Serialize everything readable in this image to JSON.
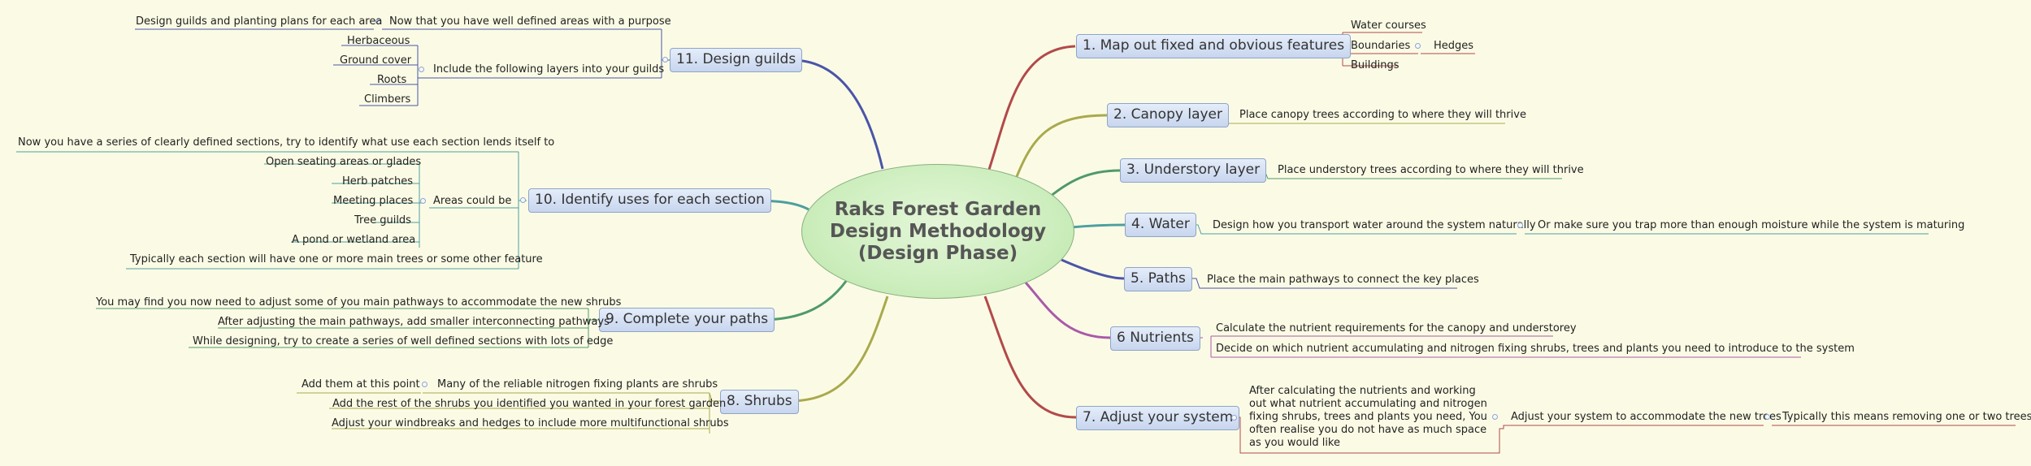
{
  "central": {
    "title": "Raks Forest Garden\nDesign Methodology\n(Design Phase)"
  },
  "branches": {
    "b1": {
      "label": "1. Map out fixed and obvious features",
      "color": "#b24a4a",
      "items": {
        "water": "Water courses",
        "boundaries": "Boundaries",
        "hedges": "Hedges",
        "buildings": "Buildings"
      }
    },
    "b2": {
      "label": "2. Canopy layer",
      "color": "#a9a94e",
      "items": {
        "a": "Place canopy trees according to where they will thrive"
      }
    },
    "b3": {
      "label": "3. Understory layer",
      "color": "#4f9a6a",
      "items": {
        "a": "Place understory trees according to where they will thrive"
      }
    },
    "b4": {
      "label": "4. Water",
      "color": "#4d9fa0",
      "items": {
        "a": "Design how you transport water around the system naturally",
        "b": "Or make sure you trap more than enough moisture while the system is maturing"
      }
    },
    "b5": {
      "label": "5. Paths",
      "color": "#4a55a8",
      "items": {
        "a": "Place the main pathways to connect the key places"
      }
    },
    "b6": {
      "label": "6 Nutrients",
      "color": "#a95aa8",
      "items": {
        "a": "Calculate the nutrient requirements for the canopy and understorey",
        "b": "Decide on which nutrient accumulating and nitrogen fixing shrubs, trees and plants you need to introduce to the system"
      }
    },
    "b7": {
      "label": "7. Adjust your system",
      "color": "#b24a4a",
      "items": {
        "a": "After calculating the nutrients and working out what nutrient accumulating and nitrogen fixing shrubs, trees and plants you need, You often realise you do not have as much space as you would like",
        "b": "Adjust your system to accommodate the new trees",
        "c": "Typically this means removing one or two trees"
      }
    },
    "b8": {
      "label": "8. Shrubs",
      "color": "#a9a94e",
      "items": {
        "a": "Many of the reliable nitrogen fixing plants are shrubs",
        "a1": "Add them at this point",
        "b": "Add the rest of the shrubs you identified you wanted in your forest garden",
        "c": "Adjust your windbreaks and hedges to include more multifunctional shrubs"
      }
    },
    "b9": {
      "label": "9. Complete your paths",
      "color": "#4f9a6a",
      "items": {
        "a": "You may find you now need to adjust some of you main pathways to accommodate the new shrubs",
        "b": "After adjusting the main pathways, add smaller interconnecting pathways",
        "c": "While designing, try to create a series of well defined sections with lots of edge"
      }
    },
    "b10": {
      "label": "10. Identify uses for each section",
      "color": "#4d9fa0",
      "items": {
        "a": "Now you have a series of clearly defined sections, try to identify what use each section lends itself to",
        "areas": "Areas could be",
        "o1": "Open seating areas or glades",
        "o2": "Herb patches",
        "o3": "Meeting places",
        "o4": "Tree guilds",
        "o5": "A pond or wetland area",
        "c": "Typically each section will have one or more main trees or some other feature"
      }
    },
    "b11": {
      "label": "11. Design guilds",
      "color": "#4a55a8",
      "items": {
        "a": "Now that you have well defined areas with a purpose",
        "a1": "Design guilds and planting plans for each area",
        "b": "Include the following layers into your guilds",
        "l1": "Herbaceous",
        "l2": "Ground cover",
        "l3": "Roots",
        "l4": "Climbers"
      }
    }
  }
}
